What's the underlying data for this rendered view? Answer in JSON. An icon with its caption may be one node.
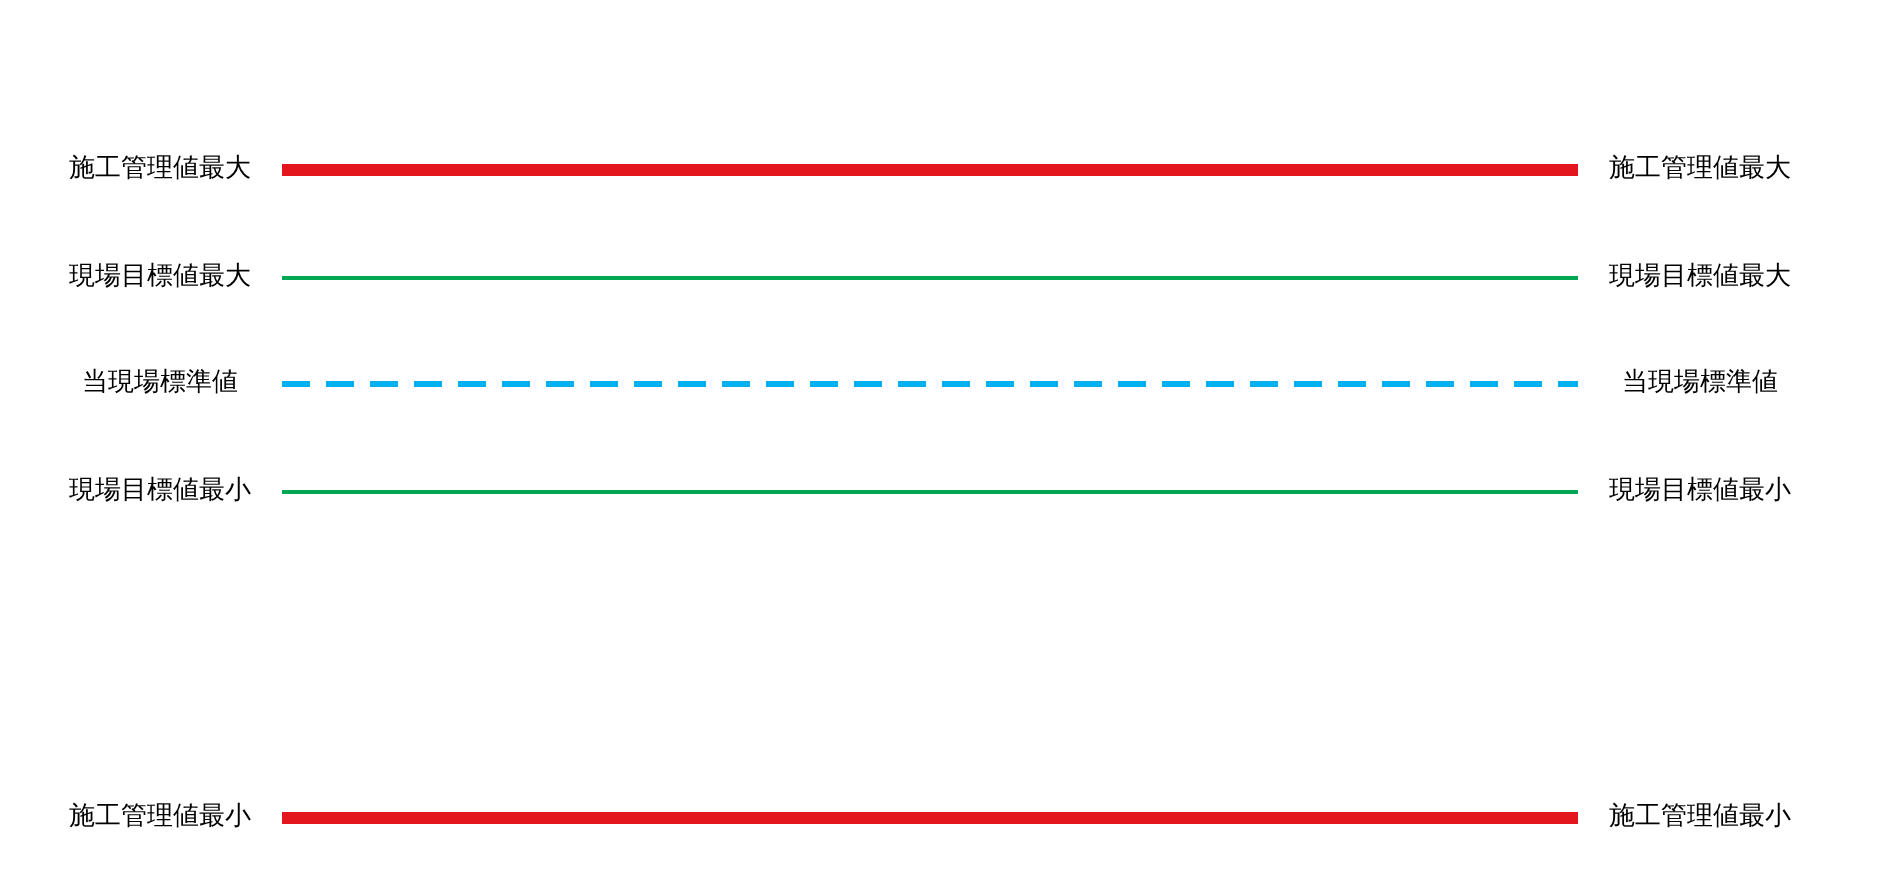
{
  "diagram": {
    "nodes": [
      {
        "text": [
          "施工管理値最大"
        ]
      },
      {
        "text": [
          "施工管理値最大"
        ]
      },
      {
        "text": [
          "現場目標値最大"
        ]
      },
      {
        "text": [
          "現場目標値最大"
        ]
      },
      {
        "text": [
          "当現場標準値"
        ]
      },
      {
        "text": [
          "当現場標準値"
        ]
      },
      {
        "text": [
          "現場目標値最小"
        ]
      },
      {
        "text": [
          "現場目標値最小"
        ]
      },
      {
        "text": [
          "施工管理値最小"
        ]
      },
      {
        "text": [
          "施工管理値最小"
        ]
      }
    ],
    "edges": [
      {
        "from": 0,
        "to": 1,
        "arrow": "none",
        "style": "thick",
        "color": "#e3161e"
      },
      {
        "from": 2,
        "to": 3,
        "arrow": "none",
        "color": "#00a651"
      },
      {
        "from": 4,
        "to": 5,
        "arrow": "none",
        "style": "dashed",
        "color": "#00b0f0"
      },
      {
        "from": 6,
        "to": 7,
        "arrow": "none",
        "color": "#00a651"
      },
      {
        "from": 8,
        "to": 9,
        "arrow": "none",
        "style": "thick",
        "color": "#e3161e"
      }
    ]
  }
}
